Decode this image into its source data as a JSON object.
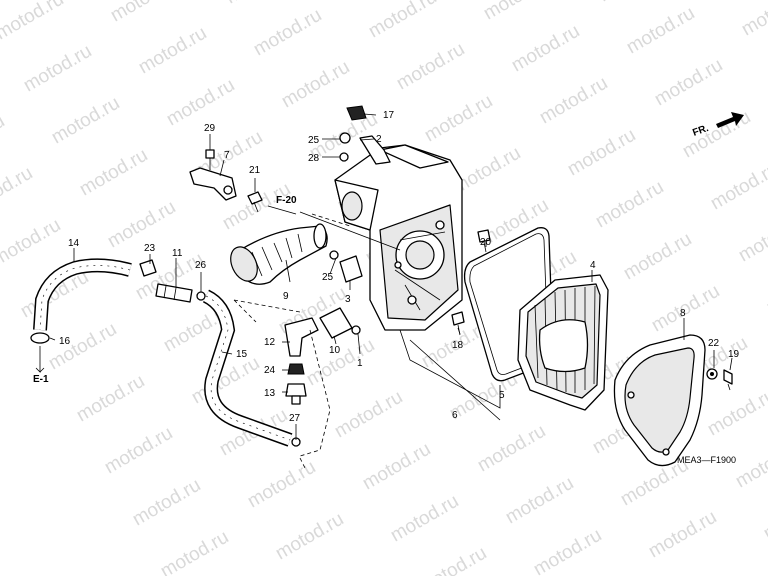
{
  "watermark": "motod.ru",
  "diagram_code": "MEA3—F1900",
  "direction_label": "FR.",
  "refs": {
    "frame_ref": "F-20",
    "elec_ref": "E-1"
  },
  "part_numbers": {
    "p1": "1",
    "p2": "2",
    "p3": "3",
    "p4": "4",
    "p5": "5",
    "p6": "6",
    "p7": "7",
    "p8": "8",
    "p9": "9",
    "p10": "10",
    "p11": "11",
    "p12": "12",
    "p13": "13",
    "p14": "14",
    "p15": "15",
    "p16": "16",
    "p17": "17",
    "p18": "18",
    "p19": "19",
    "p20": "20",
    "p21": "21",
    "p22": "22",
    "p23": "23",
    "p24": "24",
    "p25a": "25",
    "p25b": "25",
    "p26": "26",
    "p27": "27",
    "p28": "28",
    "p29": "29"
  }
}
